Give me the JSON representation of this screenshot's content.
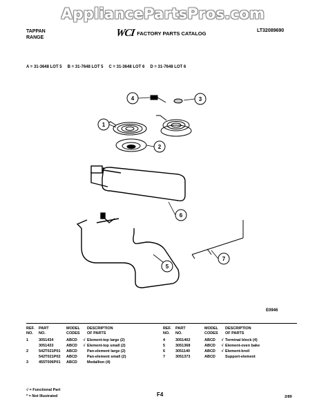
{
  "watermark": "AppliancePartsPros.com",
  "header": {
    "brand_line1": "TAPPAN",
    "brand_line2": "RANGE",
    "logo": "WCI",
    "catalog_title": "FACTORY PARTS CATALOG",
    "doc_id": "LT32089690"
  },
  "lots": [
    "A = 31-3648 LOT 5",
    "B = 31-7648 LOT 5",
    "C = 31-3648 LOT 6",
    "D = 31-7648 LOT 6"
  ],
  "diagram": {
    "callouts": [
      "1",
      "2",
      "3",
      "4",
      "5",
      "6",
      "7"
    ],
    "figure_code": "E0946"
  },
  "parts_table": {
    "headers": {
      "ref": [
        "REF.",
        "NO."
      ],
      "part": [
        "PART",
        "NO."
      ],
      "model": [
        "MODEL",
        "CODES"
      ],
      "desc": [
        "DESCRIPTION",
        "OF PARTS"
      ]
    },
    "left": [
      {
        "ref": "1",
        "part": "3051434",
        "codes": "ABCD",
        "check": "√",
        "desc": "Element-top large (2)"
      },
      {
        "ref": "",
        "part": "3051433",
        "codes": "ABCD",
        "check": "√",
        "desc": "Element-top small (2)"
      },
      {
        "ref": "2",
        "part": "542T021P01",
        "codes": "ABCD",
        "check": "",
        "desc": "Pan-element large (2)"
      },
      {
        "ref": "",
        "part": "542T021P02",
        "codes": "ABCD",
        "check": "",
        "desc": "Pan-element small (2)"
      },
      {
        "ref": "3",
        "part": "455T006P01",
        "codes": "ABCD",
        "check": "",
        "desc": "Medallion (4)"
      }
    ],
    "right": [
      {
        "ref": "4",
        "part": "3051402",
        "codes": "ABCD",
        "check": "√",
        "desc": "Terminal block (4)"
      },
      {
        "ref": "5",
        "part": "3051368",
        "codes": "ABCD",
        "check": "√",
        "desc": "Element-oven bake"
      },
      {
        "ref": "6",
        "part": "3051140",
        "codes": "ABCD",
        "check": "√",
        "desc": "Element-broil"
      },
      {
        "ref": "7",
        "part": "3051373",
        "codes": "ABCD",
        "check": "",
        "desc": "Support-element"
      }
    ]
  },
  "footer": {
    "note_functional": "√ = Functional Part",
    "note_not_illustrated": "* = Not Illustrated",
    "page": "F4",
    "date": "2/89"
  }
}
